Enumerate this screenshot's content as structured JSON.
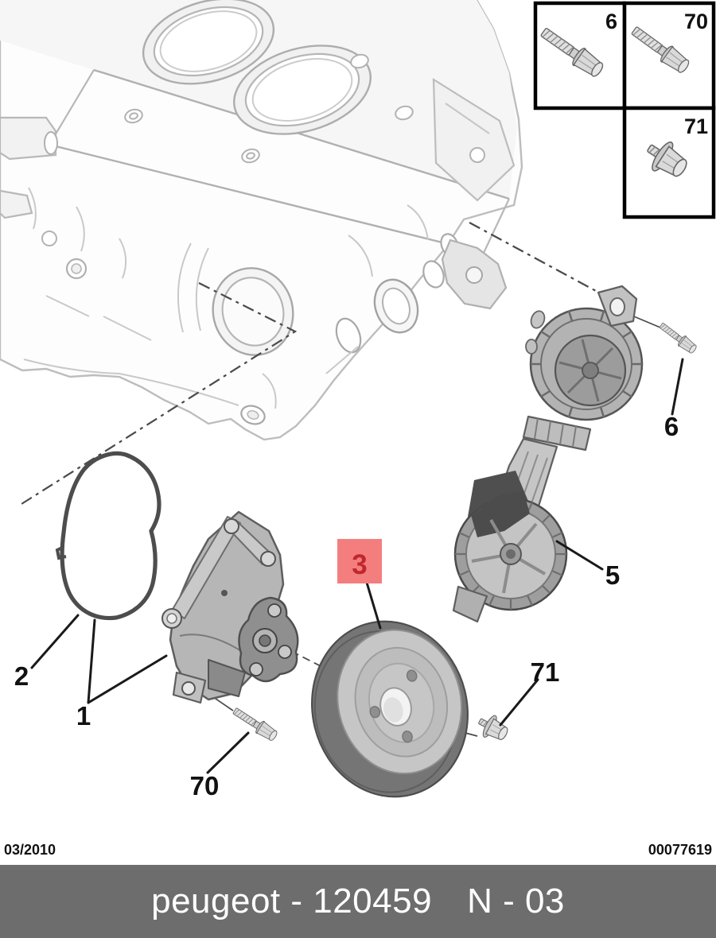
{
  "colors": {
    "highlight_bg": "#F47E7E",
    "highlight_text": "#C0272D",
    "footer_bar_bg": "#6D6D6D",
    "footer_bar_text": "#FFFFFF",
    "leader_line": "#1A1A1A"
  },
  "callouts": {
    "water_pump": {
      "label": "1"
    },
    "gasket": {
      "label": "2"
    },
    "pulley": {
      "label": "3",
      "highlighted": true
    },
    "tensioner": {
      "label": "5"
    },
    "tensioner_bolt": {
      "label": "6"
    },
    "pump_screw": {
      "label": "70"
    },
    "pulley_bolt": {
      "label": "71"
    }
  },
  "inset": {
    "box_bolt6_label": "6",
    "box_bolt70_label": "70",
    "box_bolt71_label": "71"
  },
  "footer": {
    "date": "03/2010",
    "doc_number": "00077619",
    "brand_part": "peugeot - 120459",
    "page_ref": "N - 03"
  }
}
